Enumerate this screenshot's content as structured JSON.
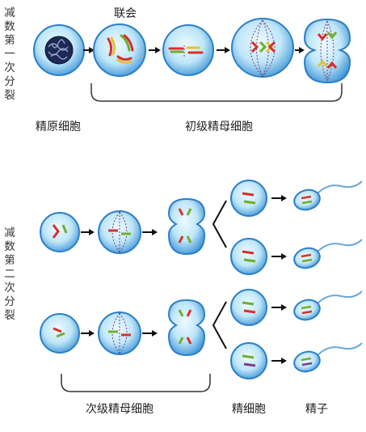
{
  "meiosis1": {
    "side_label": "减数第一次分裂",
    "synapsis_label": "联会",
    "spermatogonium_label": "精原细胞",
    "primary_label": "初级精母细胞"
  },
  "meiosis2": {
    "side_label": "减数第二次分裂",
    "secondary_label": "次级精母细胞",
    "spermatid_label": "精细胞",
    "sperm_label": "精子"
  },
  "colors": {
    "cell_edge": "#2b7fc9",
    "cell_fill": "#bfe6f8",
    "cell_glow": "#e9f8ff",
    "chromosome_red": "#d8302a",
    "chromosome_green": "#6fae2e",
    "chromosome_yellow": "#e0c23a",
    "chromosome_purple": "#7a3e86",
    "arrow": "#111111",
    "bracket": "#333333"
  }
}
